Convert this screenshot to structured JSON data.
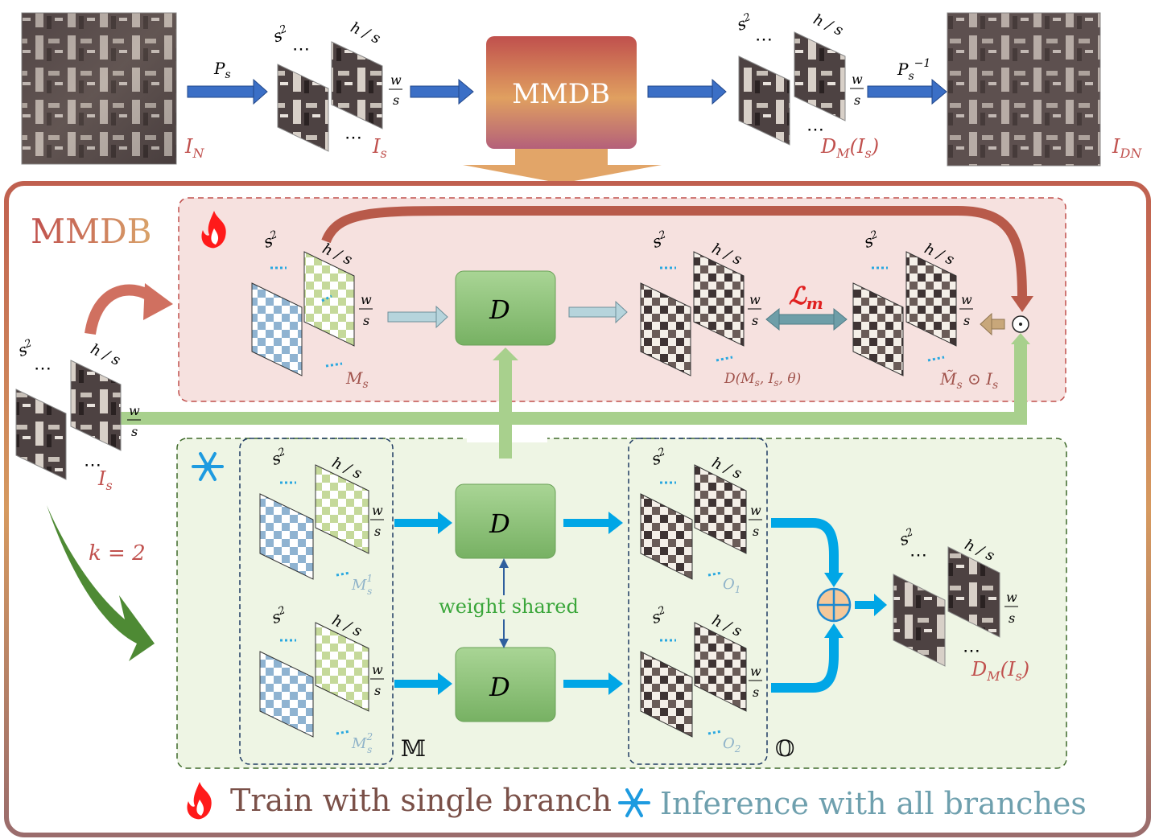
{
  "top_row": {
    "p_s_label": "P",
    "p_s_sub": "s",
    "p_s_inv_label": "P",
    "p_s_inv_sub": "s",
    "p_s_inv_sup": "−1",
    "mmdb_box_label": "MMDB",
    "i_n_label": "I",
    "i_n_sub": "N",
    "i_s_label": "I",
    "i_s_sub": "s",
    "d_m_label": "D",
    "d_m_sub": "M",
    "d_m_arg": "(I",
    "d_m_arg_sub": "s",
    "d_m_close": ")",
    "i_dn_label": "I",
    "i_dn_sub": "DN"
  },
  "stack_labels": {
    "s_sq": "s",
    "s_sq_sup": "2",
    "h_over_s": "h / s",
    "w_num": "w",
    "w_den": "s",
    "dots": "⋯"
  },
  "mmdb_title": "MMDB",
  "train_branch": {
    "d_label": "D",
    "m_s_label": "M",
    "m_s_sub": "s",
    "loss_label": "ℒ",
    "loss_sub": "m",
    "d_output_label": "D(M",
    "d_output_sub": "s",
    "d_output_rest": ", I",
    "d_output_sub2": "s",
    "d_output_end": ", θ)",
    "masked_label": "M̃",
    "masked_sub": "s",
    "masked_op": " ⊙ I",
    "masked_sub2": "s",
    "odot_symbol": "⊙"
  },
  "left_input": {
    "label": "I",
    "sub": "s"
  },
  "k_label": "k = 2",
  "inference_branch": {
    "d_label_1": "D",
    "d_label_2": "D",
    "weight_shared": "weight shared",
    "m1_label": "M",
    "m1_sub": "s",
    "m1_sup": "1",
    "m2_label": "M",
    "m2_sub": "s",
    "m2_sup": "2",
    "o1_label": "O",
    "o1_sub": "1",
    "o2_label": "O",
    "o2_sub": "2",
    "set_m": "𝕄",
    "set_o": "𝕆",
    "out_label": "D",
    "out_sub": "M",
    "out_arg": "(I",
    "out_arg_sub": "s",
    "out_close": ")"
  },
  "legend": {
    "train": "Train with single branch",
    "inference": "Inference with all branches"
  },
  "colors": {
    "mmdb_frame": "#b4604f",
    "train_bg": "#f6e1df",
    "infer_bg": "#eef5e4",
    "blue_arrow": "#00a6e6",
    "dark_blue_arrow": "#2f5f9e",
    "green_arrow": "#a8d08d",
    "d_box": "#8cc27a",
    "label_red": "#c0504d",
    "label_blue": "#5b8fa8",
    "weight_green": "#3aa63a"
  },
  "icons": {
    "fire": "fire-icon",
    "snow": "snowflake-icon"
  }
}
